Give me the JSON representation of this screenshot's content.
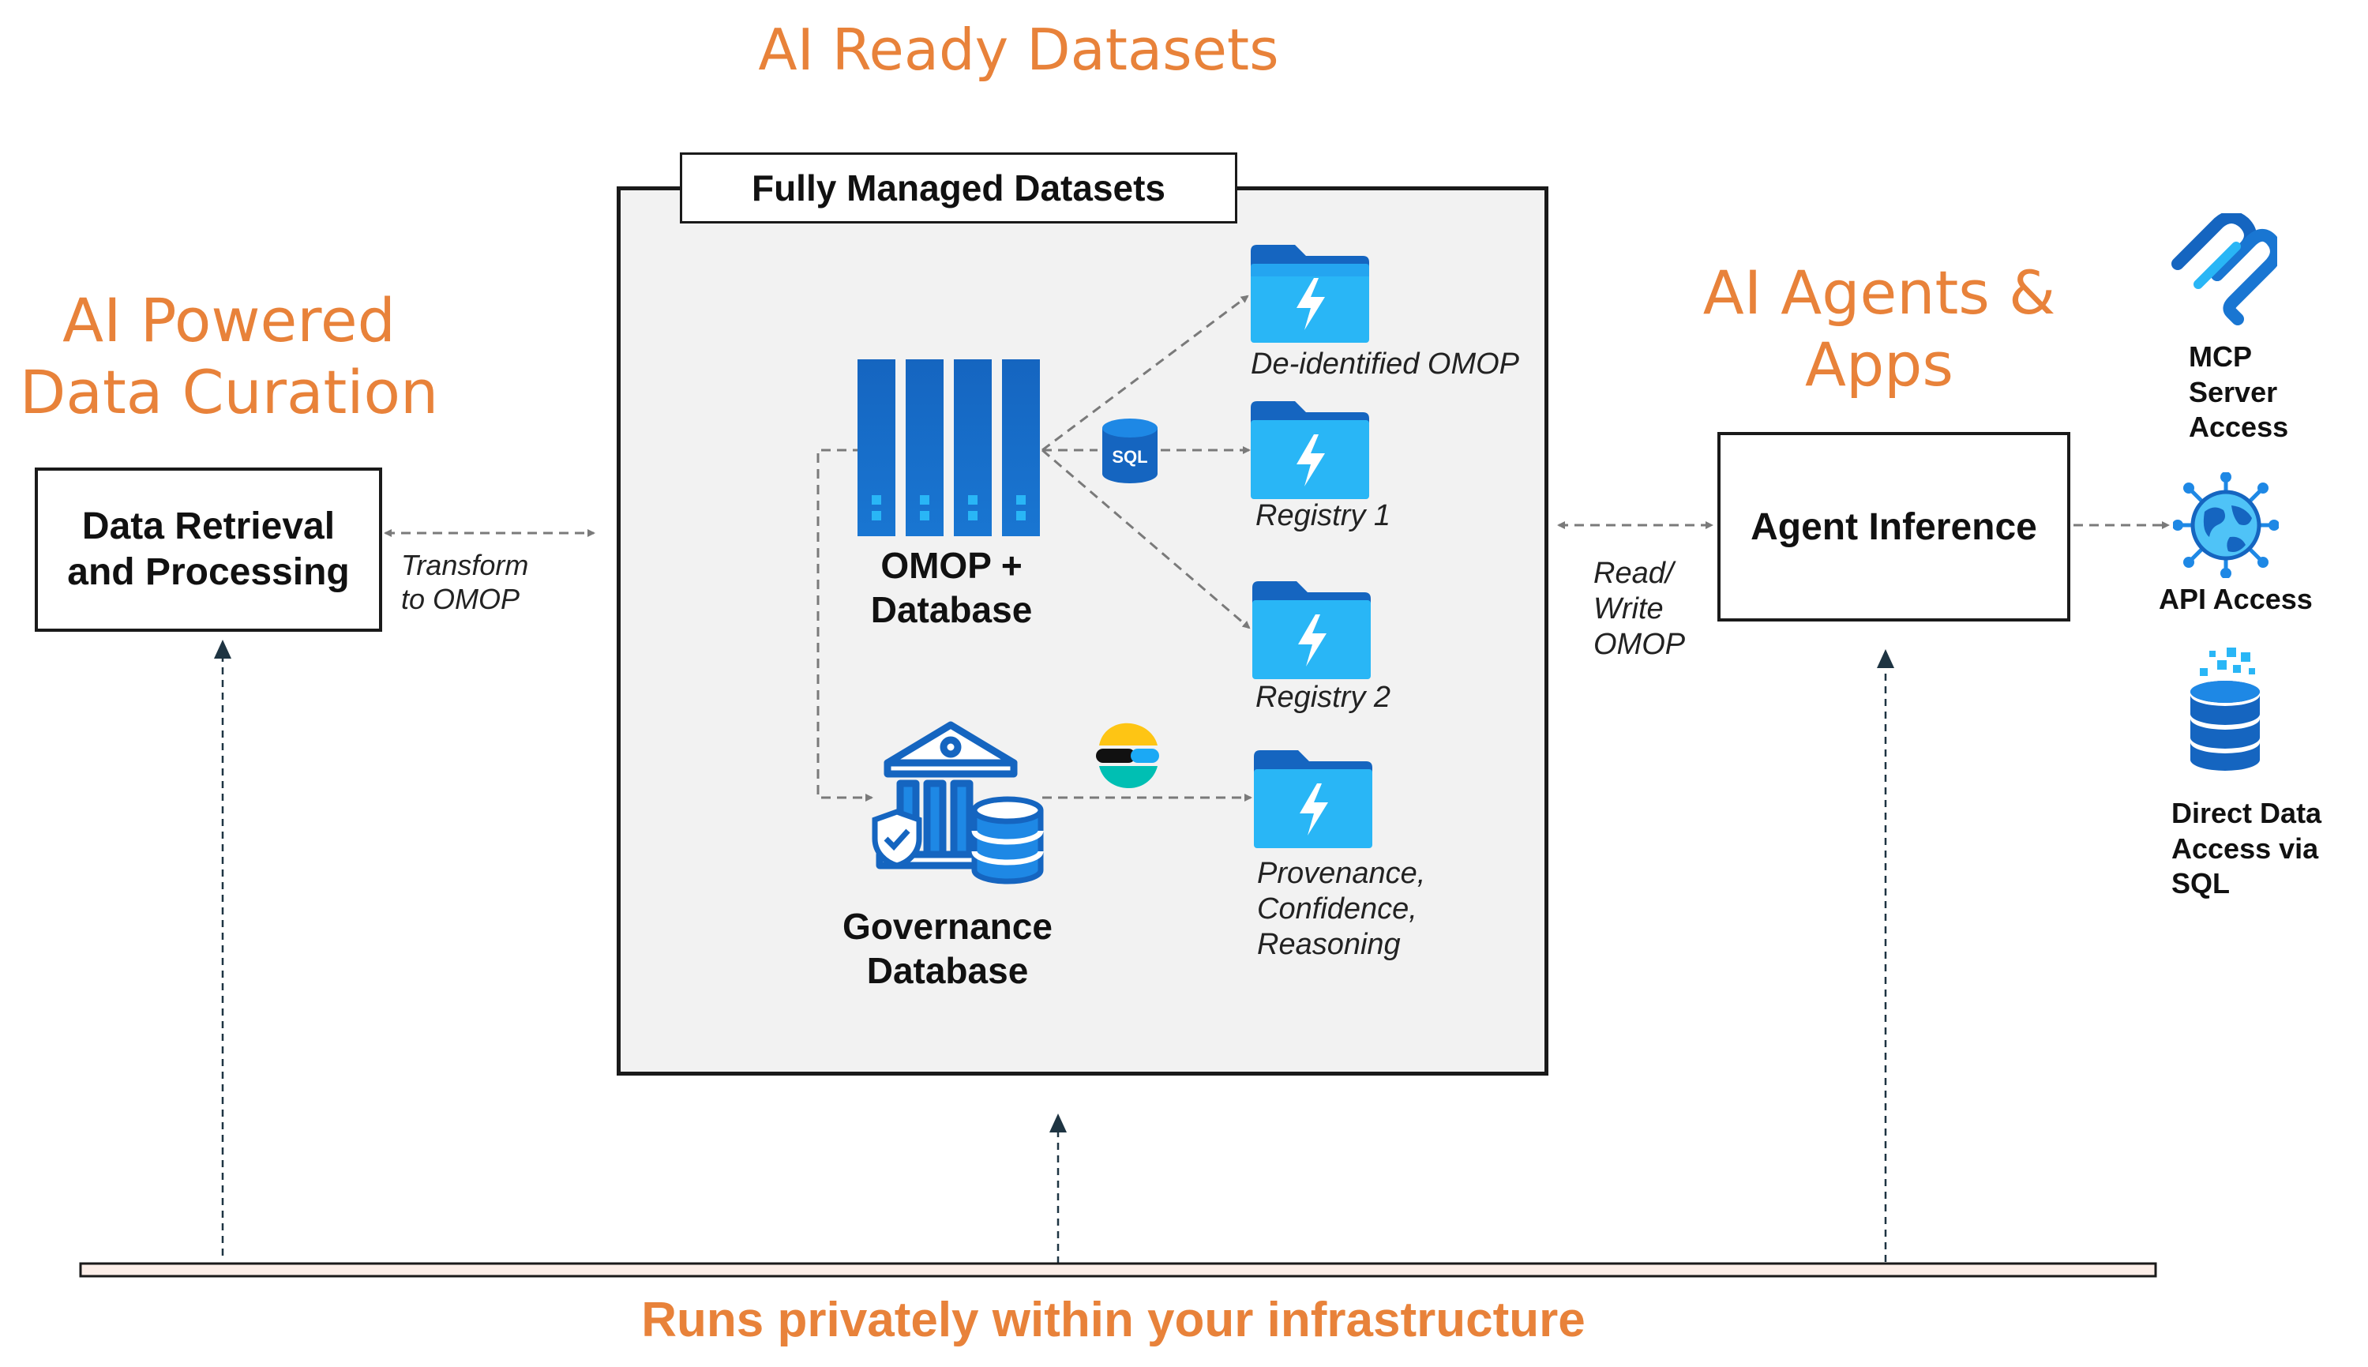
{
  "titles": {
    "ai_ready": "AI Ready Datasets",
    "ai_powered_line1": "AI Powered",
    "ai_powered_line2": "Data Curation",
    "ai_agents_line1": "AI Agents &",
    "ai_agents_line2": "Apps"
  },
  "managed": {
    "header": "Fully Managed Datasets",
    "omop_line1": "OMOP +",
    "omop_line2": "Database",
    "gov_line1": "Governance",
    "gov_line2": "Database",
    "sql_badge": "SQL"
  },
  "outputs": [
    {
      "label": "De-identified OMOP"
    },
    {
      "label": "Registry 1"
    },
    {
      "label": "Registry 2"
    },
    {
      "label_lines": [
        "Provenance,",
        "Confidence,",
        "Reasoning"
      ]
    }
  ],
  "data_retrieval": {
    "line1": "Data Retrieval",
    "line2": "and Processing"
  },
  "transform": {
    "line1": "Transform",
    "line2": "to OMOP"
  },
  "read_write": {
    "line1": "Read/",
    "line2": "Write",
    "line3": "OMOP"
  },
  "agent_inference": "Agent Inference",
  "access": {
    "mcp": [
      "MCP",
      "Server",
      "Access"
    ],
    "api": "API Access",
    "direct": [
      "Direct Data",
      "Access via",
      "SQL"
    ]
  },
  "footer": "Runs privately within your infrastructure",
  "colors": {
    "accent": "#E8823A",
    "blue_dark": "#1565C0",
    "blue_light": "#29B6F6",
    "panel": "#F2F2F2",
    "footer_bar": "#FCEEE8"
  },
  "icons": [
    "server-rack-icon",
    "sql-icon",
    "bank-database-icon",
    "shield-check-icon",
    "elastic-icon",
    "lightning-folder-icon",
    "mcp-icon",
    "globe-api-icon",
    "database-stack-icon"
  ]
}
